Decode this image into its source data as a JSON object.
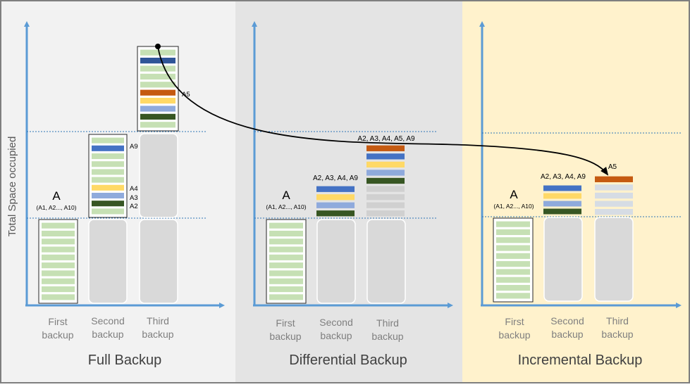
{
  "y_axis_label": "Total Space occupied",
  "colors": {
    "panel_full": "#f2f2f2",
    "panel_diff": "#e4e4e4",
    "panel_incr": "#fff2cc",
    "axis": "#5b9bd5",
    "stripe_green_light": "#c6e0b4",
    "stripe_blue_dark": "#2f5597",
    "stripe_blue_mid": "#4472c4",
    "stripe_orange": "#c55a11",
    "stripe_yellow": "#ffd966",
    "stripe_blue_light": "#8faadc",
    "stripe_green_dark": "#375623",
    "stripe_gray": "#d0d0d0",
    "stripe_gray_blue": "#d6dce4",
    "placeholder": "#d9d9d9",
    "arrow": "#000000"
  },
  "panels": [
    {
      "title": "Full Backup",
      "x_labels": [
        [
          "First",
          "backup"
        ],
        [
          "Second",
          "backup"
        ],
        [
          "Third",
          "backup"
        ]
      ],
      "base_label": "A",
      "base_sublabel": "(A1, A2..., A10)",
      "block_labels": [
        "A9",
        "A4",
        "A3",
        "A2",
        "A5"
      ]
    },
    {
      "title": "Differential Backup",
      "x_labels": [
        [
          "First",
          "backup"
        ],
        [
          "Second",
          "backup"
        ],
        [
          "Third",
          "backup"
        ]
      ],
      "base_label": "A",
      "base_sublabel": "(A1, A2..., A10)",
      "block_labels": [
        "A2, A3, A4, A9",
        "A2, A3, A4, A5, A9"
      ]
    },
    {
      "title": "Incremental Backup",
      "x_labels": [
        [
          "First",
          "backup"
        ],
        [
          "Second",
          "backup"
        ],
        [
          "Third",
          "backup"
        ]
      ],
      "base_label": "A",
      "base_sublabel": "(A1, A2..., A10)",
      "block_labels": [
        "A2, A3, A4, A9",
        "A5"
      ]
    }
  ]
}
